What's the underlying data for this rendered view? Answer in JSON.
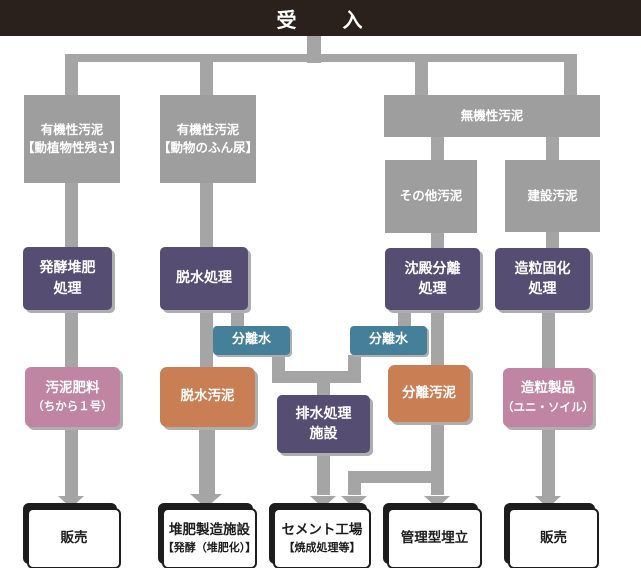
{
  "header": {
    "label": "受　　入"
  },
  "nodes": {
    "organic_plant": {
      "lines": [
        "有機性汚泥",
        "【動植物性残さ】"
      ]
    },
    "organic_animal": {
      "lines": [
        "有機性汚泥",
        "【動物のふん尿】"
      ]
    },
    "inorganic": {
      "lines": [
        "無機性汚泥"
      ]
    },
    "other_sludge": {
      "lines": [
        "その他汚泥"
      ]
    },
    "construction_sludge": {
      "lines": [
        "建設汚泥"
      ]
    },
    "fermentation_compost": {
      "lines": [
        "発酵堆肥",
        "処理"
      ]
    },
    "dewatering": {
      "lines": [
        "脱水処理"
      ]
    },
    "sedimentation": {
      "lines": [
        "沈殿分離",
        "処理"
      ]
    },
    "granulation": {
      "lines": [
        "造粒固化",
        "処理"
      ]
    },
    "separated_water_left": {
      "lines": [
        "分離水"
      ]
    },
    "separated_water_right": {
      "lines": [
        "分離水"
      ]
    },
    "sludge_fertilizer": {
      "lines": [
        "汚泥肥料",
        "（ちから１号）"
      ]
    },
    "dewatered_sludge": {
      "lines": [
        "脱水汚泥"
      ]
    },
    "wastewater_facility": {
      "lines": [
        "排水処理",
        "施設"
      ]
    },
    "separated_sludge": {
      "lines": [
        "分離汚泥"
      ]
    },
    "granulated_product": {
      "lines": [
        "造粒製品",
        "（ユニ・ソイル）"
      ]
    },
    "sale_left": {
      "lines": [
        "販売"
      ]
    },
    "compost_facility": {
      "lines": [
        "堆肥製造施設",
        "【発酵（堆肥化）】"
      ]
    },
    "cement_plant": {
      "lines": [
        "セメント工場",
        "【焼成処理等】"
      ]
    },
    "managed_landfill": {
      "lines": [
        "管理型埋立"
      ]
    },
    "sale_right": {
      "lines": [
        "販売"
      ]
    }
  },
  "colors": {
    "header_bar": "#2a211c",
    "gray_box": "#9e9e9e",
    "connector_line": "#a5a5a5",
    "process_purple": "#564d72",
    "water_teal": "#45809a",
    "sludge_orange": "#c97e53",
    "product_pink": "#bf85a2",
    "output_box_bg": "#ffffff",
    "output_box_border": "#1d1d1d"
  }
}
